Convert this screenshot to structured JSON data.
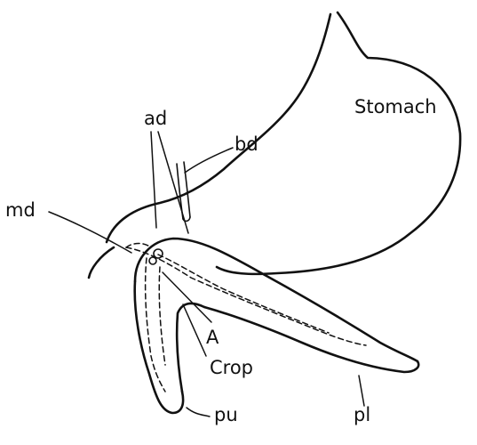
{
  "labels": {
    "stomach": "Stomach",
    "ad": "ad",
    "bd": "bd",
    "md": "md",
    "a": "A",
    "crop": "Crop",
    "pu": "pu",
    "pl": "pl"
  },
  "colors": {
    "ink": "#111111",
    "paper": "#ffffff"
  }
}
